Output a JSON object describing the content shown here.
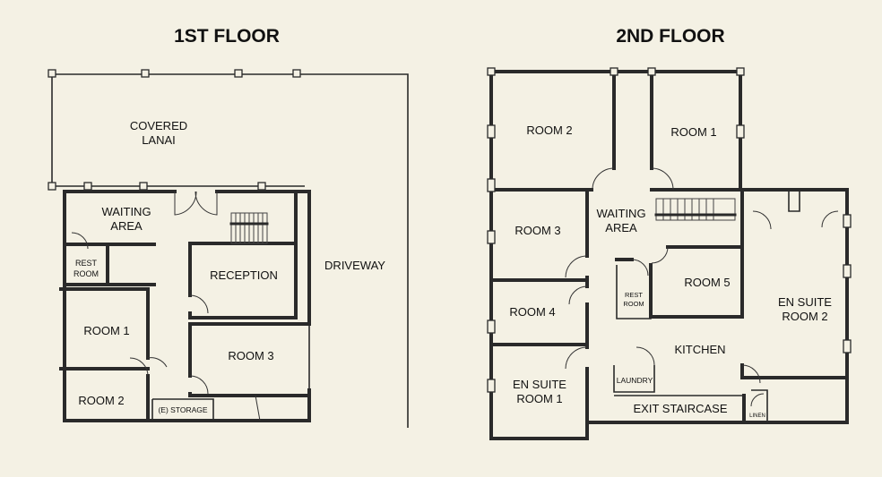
{
  "floor1": {
    "title": "1ST FLOOR",
    "covered_lanai": [
      "COVERED",
      "LANAI"
    ],
    "waiting_area": [
      "WAITING",
      "AREA"
    ],
    "rest_room": [
      "REST",
      "ROOM"
    ],
    "reception": "RECEPTION",
    "room1": "ROOM 1",
    "room2": "ROOM 2",
    "room3": "ROOM 3",
    "storage": "(E) STORAGE",
    "driveway": "DRIVEWAY"
  },
  "floor2": {
    "title": "2ND FLOOR",
    "room1": "ROOM 1",
    "room2": "ROOM 2",
    "room3": "ROOM 3",
    "room4": "ROOM 4",
    "room5": "ROOM 5",
    "waiting_area": [
      "WAITING",
      "AREA"
    ],
    "rest_room": [
      "REST",
      "ROOM"
    ],
    "kitchen": "KITCHEN",
    "laundry": "LAUNDRY",
    "exit_staircase": "EXIT STAIRCASE",
    "linen": "LINEN",
    "en_suite_room1": [
      "EN SUITE",
      "ROOM 1"
    ],
    "en_suite_room2": [
      "EN SUITE",
      "ROOM 2"
    ]
  }
}
